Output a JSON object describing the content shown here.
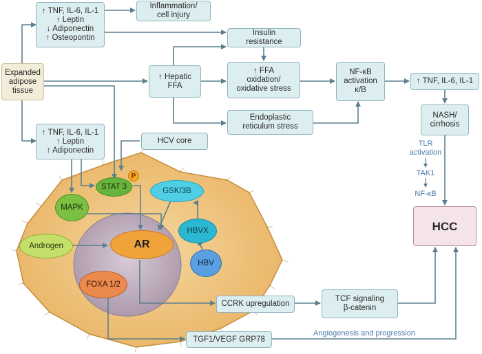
{
  "adipose": {
    "lines": [
      "Expanded",
      "adipose",
      "tissue"
    ]
  },
  "top_factors": {
    "lines": [
      "↑ TNF, IL-6, IL-1",
      "↑ Leptin",
      "↓ Adiponectin",
      "↑ Osteopontin"
    ]
  },
  "inflammation": {
    "lines": [
      "Inflammation/",
      "cell injury"
    ]
  },
  "insulin": {
    "lines": [
      "Insulin",
      "resistance"
    ]
  },
  "hepatic_ffa": {
    "lines": [
      "↑ Hepatic",
      "FFA"
    ]
  },
  "ffa_oxidation": {
    "lines": [
      "↑ FFA",
      "oxidation/",
      "oxidative stress"
    ]
  },
  "nfkb_activation": {
    "lines": [
      "NF-κB",
      "activation",
      "κ/B"
    ]
  },
  "tnf_right": {
    "lines": [
      "↑ TNF, IL-6, IL-1"
    ]
  },
  "er_stress": {
    "lines": [
      "Endoplastic",
      "reticulum stress"
    ]
  },
  "mid_factors": {
    "lines": [
      "↑ TNF, IL-6, IL-1",
      "↑ Leptin",
      "↑ Adiponectin"
    ]
  },
  "hcv_core": {
    "label": "HCV core"
  },
  "nash": {
    "lines": [
      "NASH/",
      "cirrhosis"
    ]
  },
  "tlr_path": {
    "tlr": [
      "TLR",
      "activation"
    ],
    "tak1": "TAK1",
    "nfkb": "NF-κB"
  },
  "hcc": {
    "label": "HCC"
  },
  "cell": {
    "phospho": "P",
    "stat3": "STAT 3",
    "gsk": "GSK/3B",
    "mapk": "MAPK",
    "hbvx": "HBVX",
    "androgen": "Androgen",
    "ar": "AR",
    "hbv": "HBV",
    "foxa": "FOXA 1/2"
  },
  "ccrk": {
    "label": "CCRK upregulation"
  },
  "tcf": {
    "lines": [
      "TCF signaling",
      "β-catenin"
    ]
  },
  "tgf": {
    "label": "TGF1/VEGF GRP78"
  },
  "angiogenesis": {
    "label": "Angiogenesis and progression"
  },
  "colors": {
    "box_fill": "#ddeef0",
    "box_border": "#8fb4bf",
    "arrow": "#5b7f8e",
    "cell_fill": "#f0c989",
    "nucleus_fill": "#c5b3c3",
    "hcc_fill": "#f4e4ea"
  }
}
